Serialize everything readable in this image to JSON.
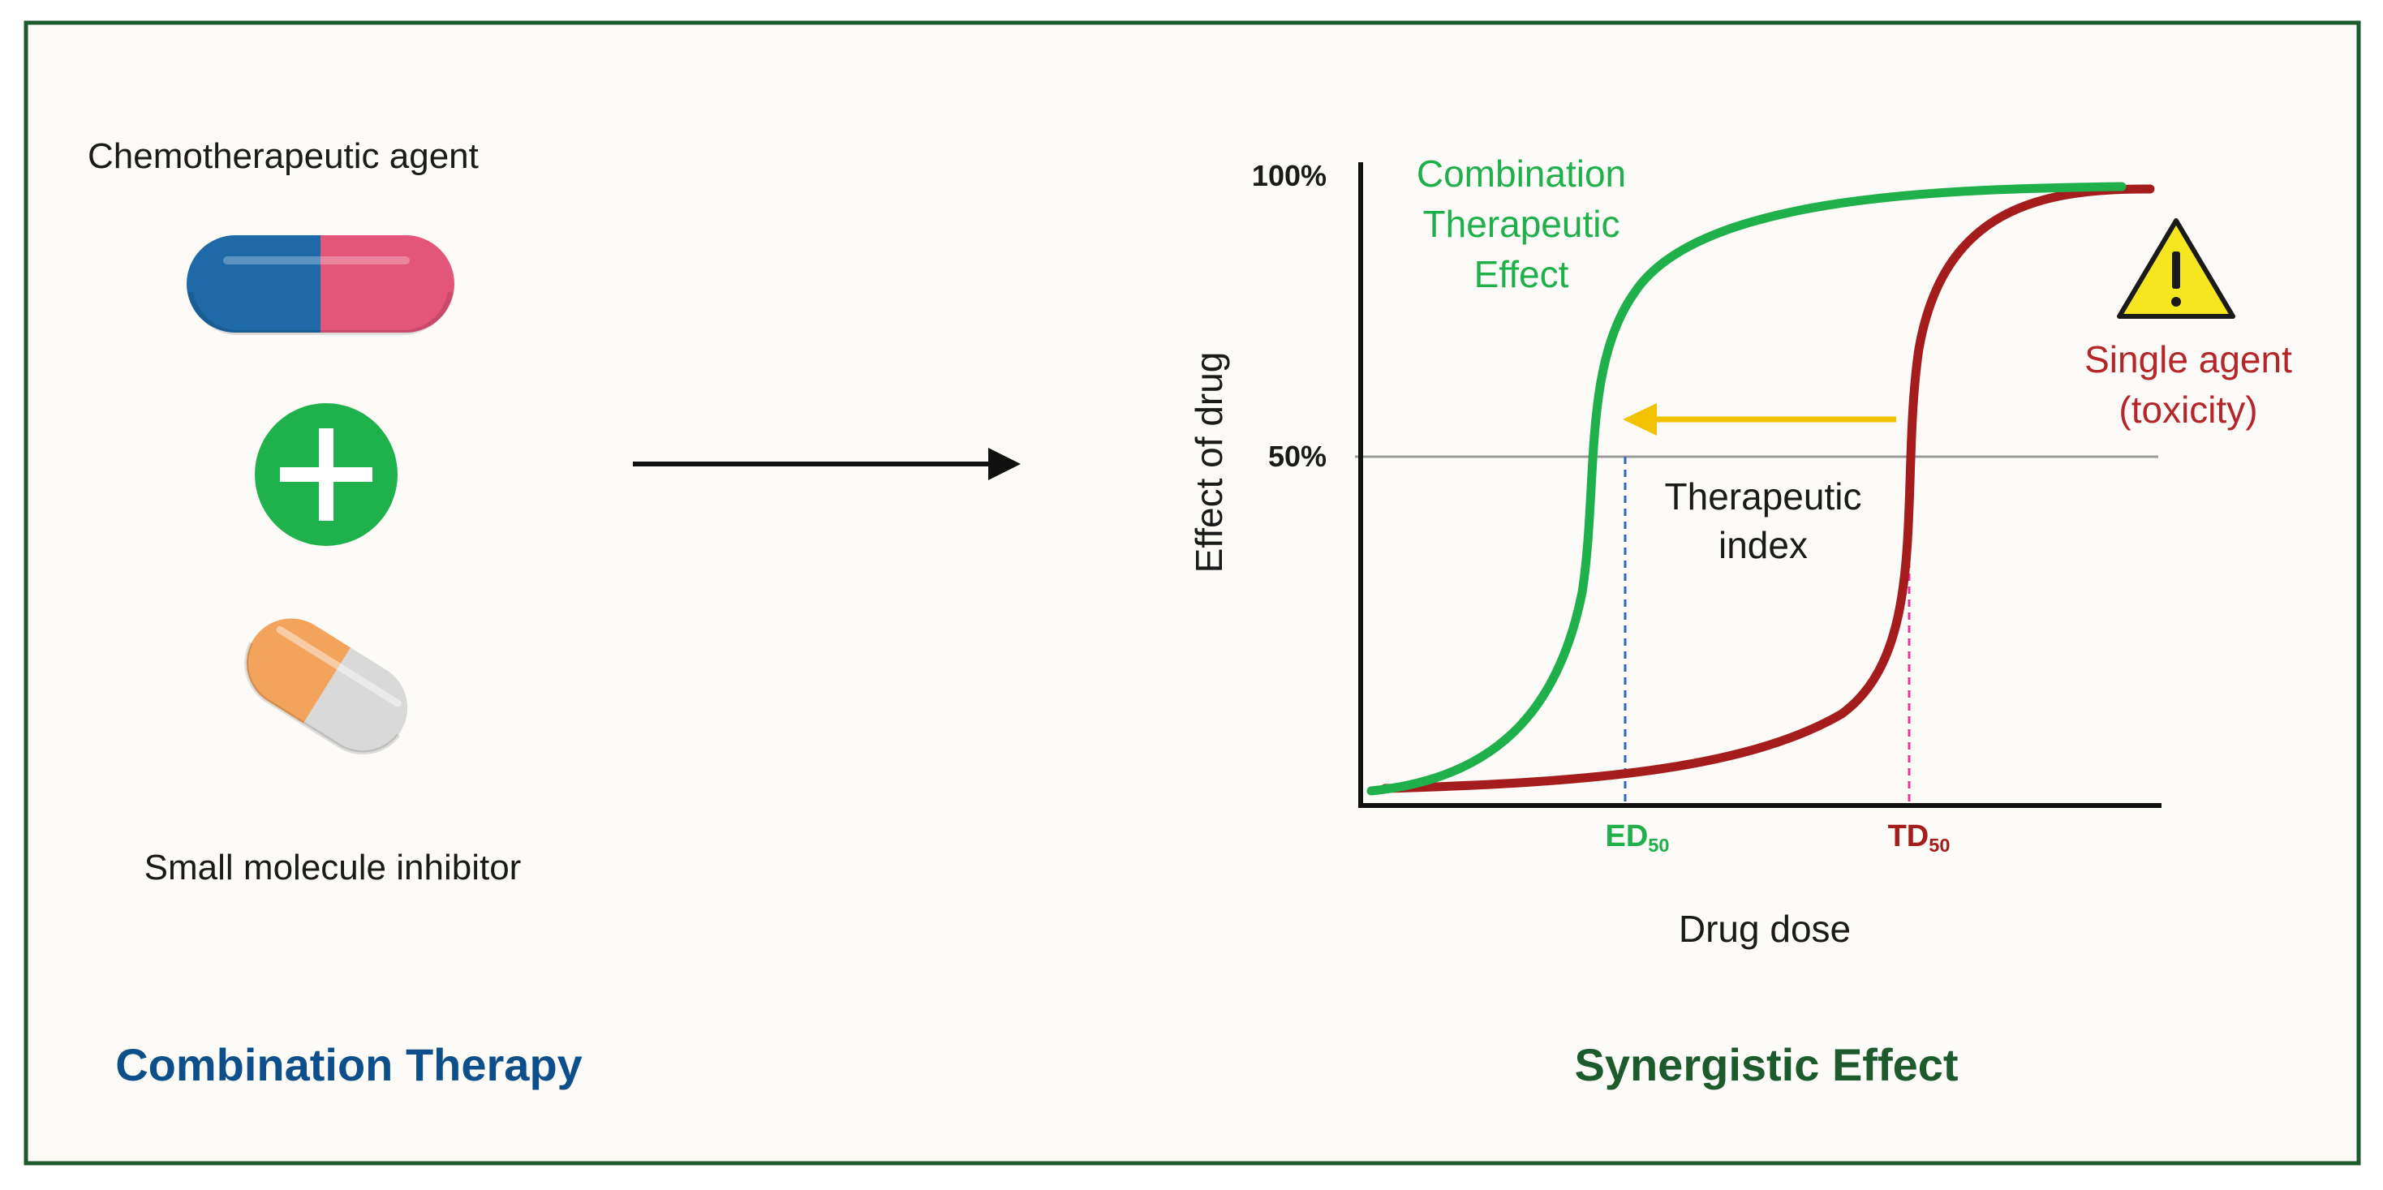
{
  "left_panel": {
    "drug1_label": "Chemotherapeutic agent",
    "drug2_label": "Small molecule inhibitor",
    "footer": "Combination Therapy"
  },
  "right_panel": {
    "footer": "Synergistic Effect",
    "y_axis_label": "Effect of drug",
    "x_axis_label": "Drug dose",
    "tick_100": "100%",
    "tick_50": "50%",
    "combo_curve_label": [
      "Combination",
      "Therapeutic",
      "Effect"
    ],
    "single_curve_label": [
      "Single agent",
      "(toxicity)"
    ],
    "therapeutic_index_label": [
      "Therapeutic",
      "index"
    ],
    "ed50": {
      "main": "ED",
      "sub": "50"
    },
    "td50": {
      "main": "TD",
      "sub": "50"
    }
  },
  "colors": {
    "frame": "#1d5a2c",
    "background": "#fcfbf7",
    "combo_curve": "#20b04b",
    "single_curve": "#a51c1c",
    "arrow_shift": "#f2c200",
    "ed50_line": "#2d63c8",
    "td50_line": "#e6389a",
    "left_footer": "#0d4f8b",
    "right_footer": "#1d5a2c",
    "warning": "#f6e61f"
  },
  "icons": [
    "capsule-icon",
    "plus-icon",
    "capsule-icon",
    "warning-icon",
    "arrow-right-icon"
  ]
}
